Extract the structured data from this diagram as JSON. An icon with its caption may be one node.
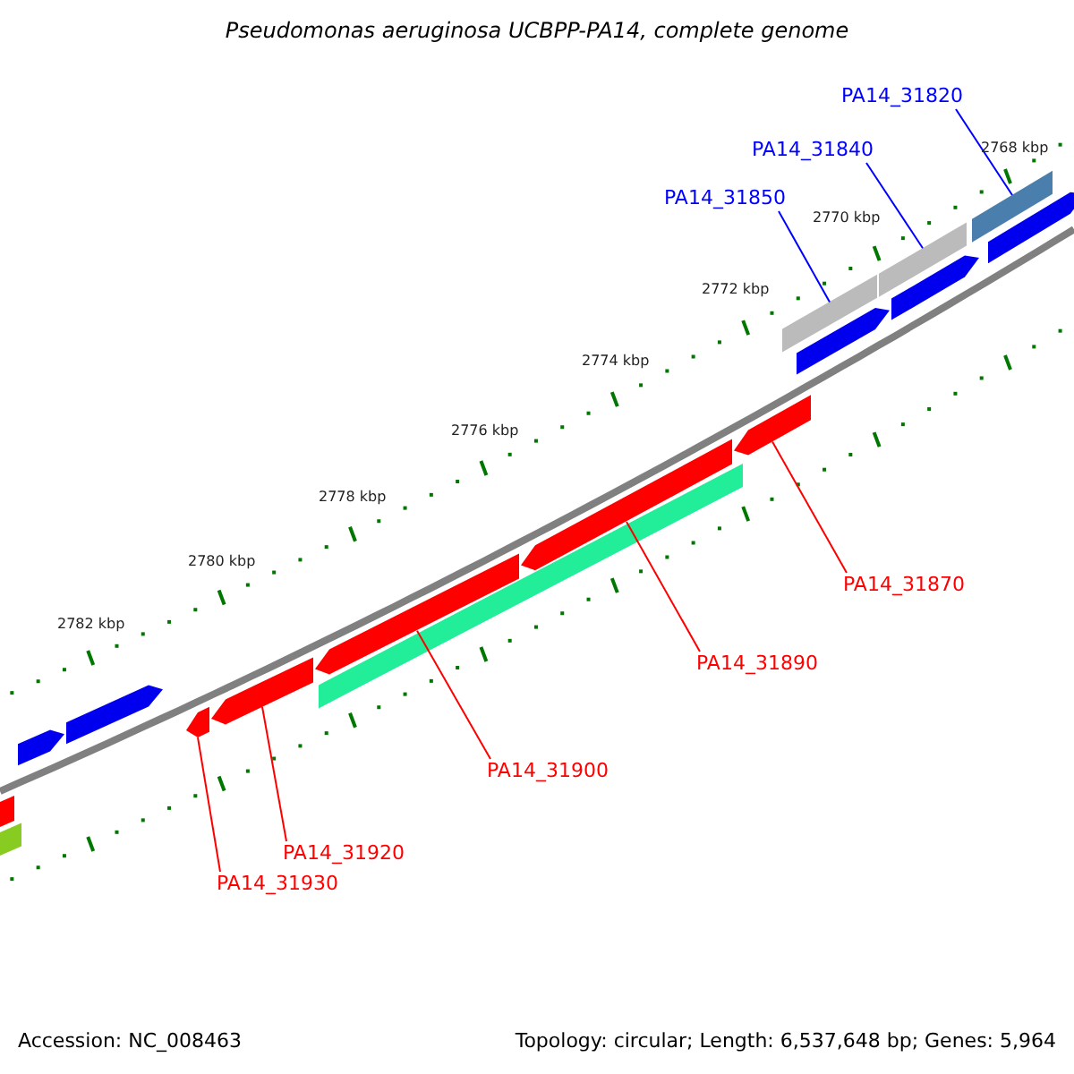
{
  "diagram": {
    "title": "Pseudomonas aeruginosa UCBPP-PA14, complete genome",
    "nodes": [
      {
        "text": [
          "PA14_31820"
        ]
      },
      {
        "text": [
          "PA14_31840"
        ]
      },
      {
        "text": [
          "PA14_31850"
        ]
      },
      {
        "text": [
          "PA14_31870"
        ]
      },
      {
        "text": [
          "PA14_31890"
        ]
      },
      {
        "text": [
          "PA14_31900"
        ]
      },
      {
        "text": [
          "PA14_31920"
        ]
      },
      {
        "text": [
          "PA14_31930"
        ]
      },
      {
        "text": [],
        "shape": "bar"
      },
      {
        "text": [],
        "shape": "bar"
      },
      {
        "text": [],
        "shape": "bar"
      },
      {
        "text": [],
        "shape": "arrow"
      },
      {
        "text": [],
        "shape": "arrow"
      },
      {
        "text": [],
        "shape": "arrow"
      },
      {
        "text": [],
        "shape": "arrow"
      },
      {
        "text": [],
        "shape": "arrow"
      }
    ],
    "edges": [
      {
        "from": 0,
        "to": 8,
        "arrow": "none",
        "color": "#0000ff"
      },
      {
        "from": 1,
        "to": 9,
        "arrow": "none",
        "color": "#0000ff"
      },
      {
        "from": 2,
        "to": 10,
        "arrow": "none",
        "color": "#0000ff"
      },
      {
        "from": 3,
        "to": 11,
        "arrow": "none"
      },
      {
        "from": 4,
        "to": 12,
        "arrow": "none"
      },
      {
        "from": 5,
        "to": 13,
        "arrow": "none"
      },
      {
        "from": 6,
        "to": 14,
        "arrow": "none"
      },
      {
        "from": 7,
        "to": 15,
        "arrow": "none"
      }
    ],
    "labels": [
      "2768 kbp",
      "2770 kbp",
      "2772 kbp",
      "2774 kbp",
      "2776 kbp",
      "2778 kbp",
      "2780 kbp",
      "2782 kbp",
      "Accession: NC_008463",
      "Topology: circular; Length: 6,537,648 bp; Genes: 5,964"
    ]
  }
}
